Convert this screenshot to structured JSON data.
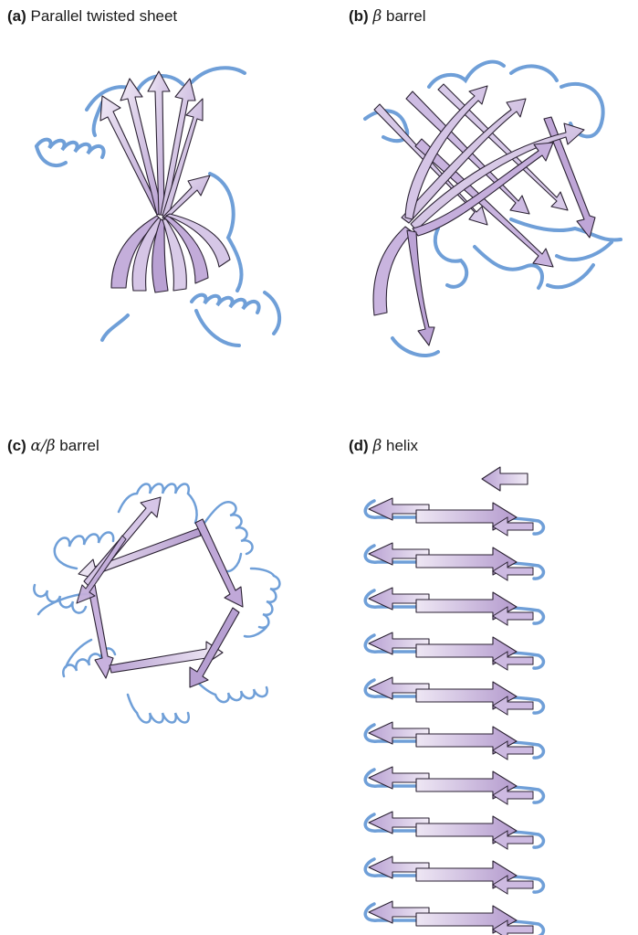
{
  "panels": [
    {
      "id": "a",
      "letter": "(a)",
      "title": "Parallel twisted sheet"
    },
    {
      "id": "b",
      "letter": "(b)",
      "greek": "β",
      "title": "barrel"
    },
    {
      "id": "c",
      "letter": "(c)",
      "greek": "α/β",
      "title": "barrel"
    },
    {
      "id": "d",
      "letter": "(d)",
      "greek": "β",
      "title": "helix"
    }
  ],
  "colors": {
    "strand_fill": "#c7b3dc",
    "strand_light": "#ece4f3",
    "strand_stroke": "#2b2233",
    "coil": "#6f9fd8"
  }
}
